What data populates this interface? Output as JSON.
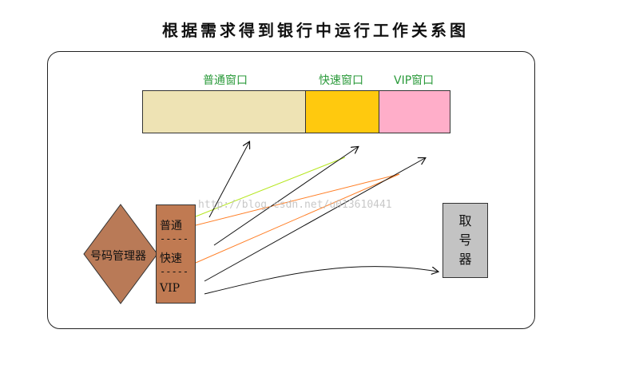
{
  "title": "根据需求得到银行中运行工作关系图",
  "windows": [
    {
      "label": "普通窗口",
      "color": "#eee3b4"
    },
    {
      "label": "快速窗口",
      "color": "#ffc90e"
    },
    {
      "label": "VIP窗口",
      "color": "#ffaec9"
    }
  ],
  "manager": {
    "label": "号码管理器",
    "diamond_color": "#b97a57",
    "rows": [
      "普通",
      "-----",
      "快速",
      "-----",
      "VIP"
    ]
  },
  "taker": {
    "label": "取号器",
    "color": "#c3c3c3"
  },
  "watermark": "http://blog.csdn.net/u013610441",
  "colors": {
    "label_green": "#2a9a3a",
    "arrow_green": "#b5e61d",
    "arrow_orange": "#ff7f27"
  }
}
